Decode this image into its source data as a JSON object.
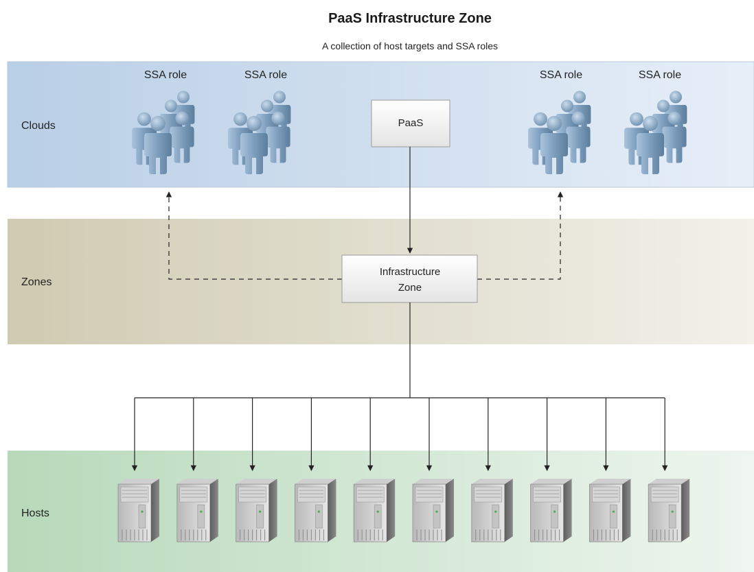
{
  "title": "PaaS Infrastructure Zone",
  "subtitle": "A collection of host targets and SSA roles",
  "bands": {
    "clouds": "Clouds",
    "zones": "Zones",
    "hosts": "Hosts"
  },
  "nodes": {
    "paas": "PaaS",
    "zone_line1": "Infrastructure",
    "zone_line2": "Zone"
  },
  "ssa_roles": [
    "SSA role",
    "SSA role",
    "SSA role",
    "SSA role"
  ],
  "host_count": 10,
  "icons": {
    "role": "user-group-icon",
    "host": "server-tower-icon"
  },
  "colors": {
    "clouds_band": "#c3d6ea",
    "zones_band": "#d7d4c0",
    "hosts_band": "#c6e1c8",
    "person": "#7f9fbd",
    "server": "#9a9a9a"
  }
}
